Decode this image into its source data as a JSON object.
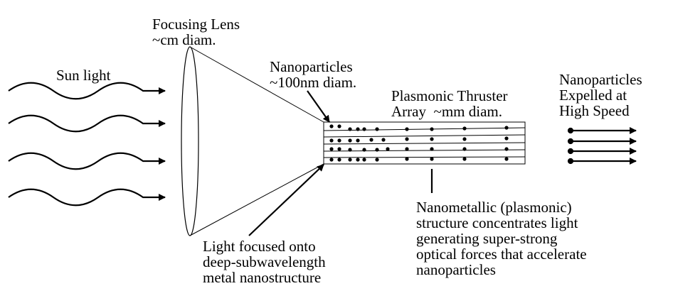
{
  "labels": {
    "sun_light": "Sun light",
    "focusing_lens": "Focusing Lens\n~cm diam.",
    "nanoparticles_in": "Nanoparticles\n~100nm diam.",
    "thruster_array": "Plasmonic Thruster\nArray  ~mm diam.",
    "nanoparticles_out": "Nanoparticles\nExpelled at\nHigh Speed",
    "light_focused": "Light focused onto\ndeep-subwavelength\nmetal nanostructure",
    "nanometallic": "Nanometallic (plasmonic)\nstructure concentrates light\ngenerating super-strong\noptical forces that accelerate\nnanoparticles"
  },
  "colors": {
    "ink": "#000000",
    "background": "#ffffff"
  }
}
